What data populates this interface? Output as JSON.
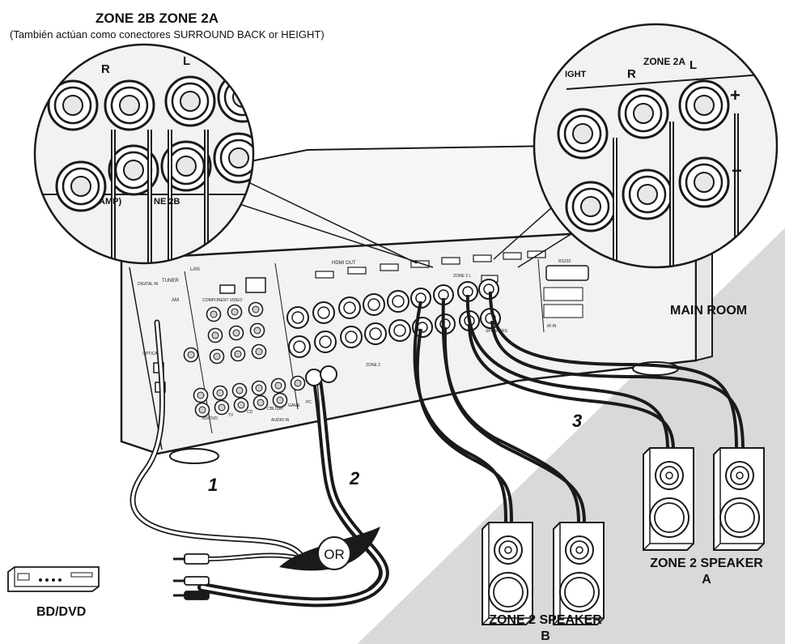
{
  "header": {
    "title": "ZONE 2B ZONE 2A",
    "subtitle": "(También actúan como conectores SURROUND BACK or HEIGHT)"
  },
  "zoom_left": {
    "label_r": "R",
    "label_l": "L",
    "label_amp": "AMP)",
    "label_zone2b": "NE 2B"
  },
  "zoom_right": {
    "label_height": "IGHT",
    "label_zone2a": "ZONE 2A",
    "label_r": "R",
    "label_l": "L",
    "label_plus": "+",
    "label_minus": "−"
  },
  "labels": {
    "main_room": "MAIN ROOM",
    "bd_dvd": "BD/DVD",
    "or": "OR",
    "cable_1": "1",
    "cable_2": "2",
    "cable_3": "3",
    "speaker_a_line1": "ZONE 2 SPEAKER",
    "speaker_a_line2": "A",
    "speaker_b_line1": "ZONE 2 SPEAKER",
    "speaker_b_line2": "B"
  },
  "panel_labels": {
    "lan": "LAN",
    "hdmi_out": "HDMI OUT",
    "tuner": "TUNER",
    "am": "AM",
    "digital_in": "DIGITAL IN",
    "optical": "OPTICAL",
    "component": "COMPONENT VIDEO",
    "zone2": "ZONE 2",
    "speakers": "SPEAKERS",
    "audio_in": "AUDIO IN",
    "rs232": "RS232",
    "ir": "IR IN",
    "zone2_l": "ZONE 2 L",
    "bd_dvd_in": "BD/DVD",
    "cbl_sat": "CBL/SAT",
    "game": "GAME",
    "pc": "PC",
    "tv": "TV",
    "cd": "CD"
  },
  "colors": {
    "line": "#1a1a1a",
    "floor": "#d9d9d9",
    "panel": "#f2f2f2"
  }
}
